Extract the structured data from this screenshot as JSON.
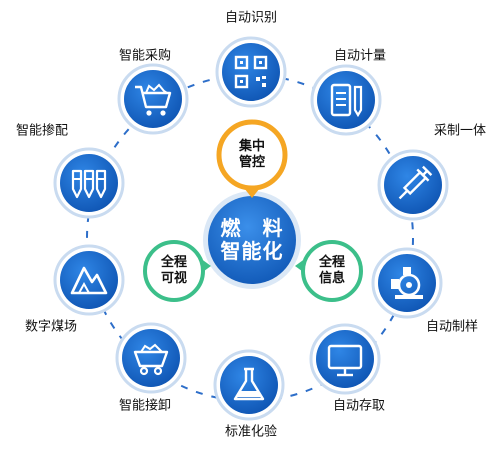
{
  "center": {
    "line1": "燃　料",
    "line2": "智能化"
  },
  "hubs": {
    "top": {
      "line1": "集中",
      "line2": "管控"
    },
    "left": {
      "line1": "全程",
      "line2": "可视"
    },
    "right": {
      "line1": "全程",
      "line2": "信息"
    }
  },
  "nodes": [
    {
      "label": "自动识别",
      "icon": "qr-code-icon"
    },
    {
      "label": "自动计量",
      "icon": "clipboard-pen-icon"
    },
    {
      "label": "采制一体",
      "icon": "syringe-icon"
    },
    {
      "label": "自动制样",
      "icon": "pump-icon"
    },
    {
      "label": "自动存取",
      "icon": "monitor-icon"
    },
    {
      "label": "标准化验",
      "icon": "flask-icon"
    },
    {
      "label": "智能接卸",
      "icon": "mine-cart-icon"
    },
    {
      "label": "数字煤场",
      "icon": "coal-pile-icon"
    },
    {
      "label": "智能掺配",
      "icon": "blend-icon"
    },
    {
      "label": "智能采购",
      "icon": "shopping-cart-icon"
    }
  ],
  "colors": {
    "node_blue": "#1565c8",
    "ring_outline": "#c9dbf0",
    "orbit_dash": "#2d6ec9",
    "hub_orange": "#f5a623",
    "hub_green": "#3cbf8a",
    "center_blue": "#1b6ad1"
  }
}
